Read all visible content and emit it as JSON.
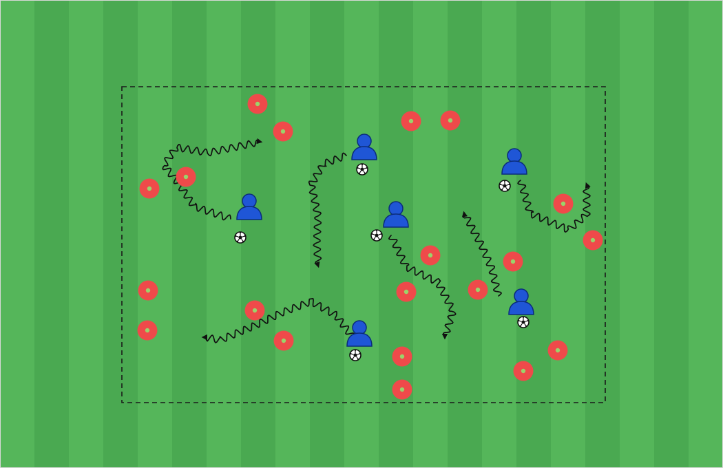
{
  "pitch": {
    "stripe_light": "#55b65a",
    "stripe_dark": "#4aa951",
    "border": "#d9d9d9"
  },
  "zone": {
    "style": "dashed",
    "color": "#1a1a1a"
  },
  "colors": {
    "player": "#1f56d6",
    "player_outline": "#0b2c7a",
    "cone": "#ef4a4a",
    "cone_center": "#9bd36b",
    "dribble_path": "#111111",
    "ball": "#111111"
  },
  "legend_items": {
    "player": "player-icon",
    "ball": "soccer-ball-icon",
    "cone": "cone-marker",
    "dribble": "dribble-arrow"
  }
}
